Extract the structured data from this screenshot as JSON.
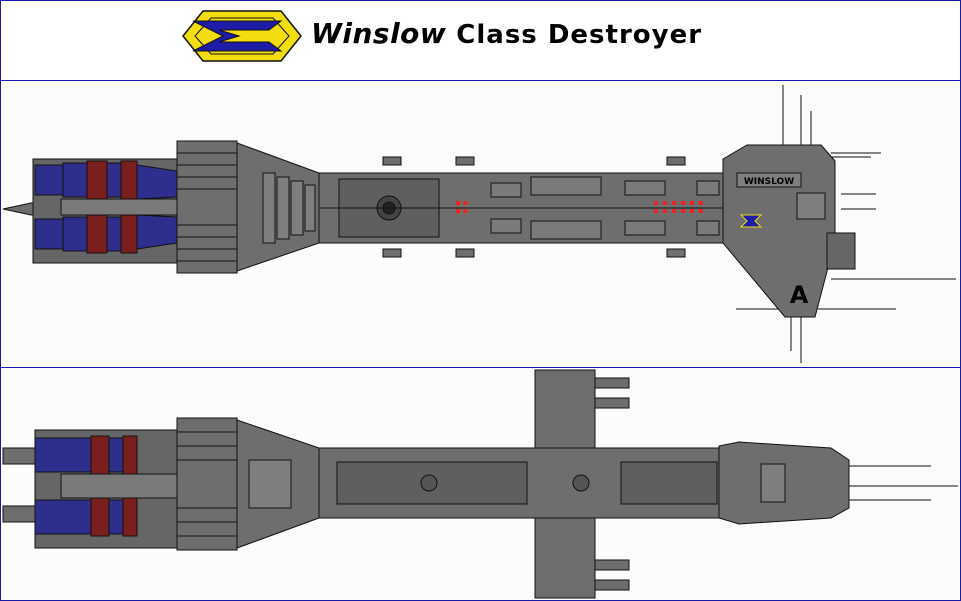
{
  "header": {
    "title_name": "Winslow",
    "title_rest": "Class Destroyer",
    "logo_icon": "yellow-hexagon-blue-emblem-icon"
  },
  "top_view": {
    "hull_name_plate": "WINSLOW",
    "hull_letter": "A",
    "colors": {
      "hull": "#6e6e6e",
      "hull_light": "#808080",
      "engine_blue": "#2e2e8c",
      "engine_red": "#7a1e1e",
      "lights": "#ee2222"
    }
  },
  "bottom_view": {
    "colors": {
      "hull": "#6e6e6e",
      "hull_dark": "#555555"
    }
  },
  "colors": {
    "border": "#1a1aa8",
    "logo_yellow": "#f2dd10",
    "logo_blue": "#1c1ca6"
  }
}
